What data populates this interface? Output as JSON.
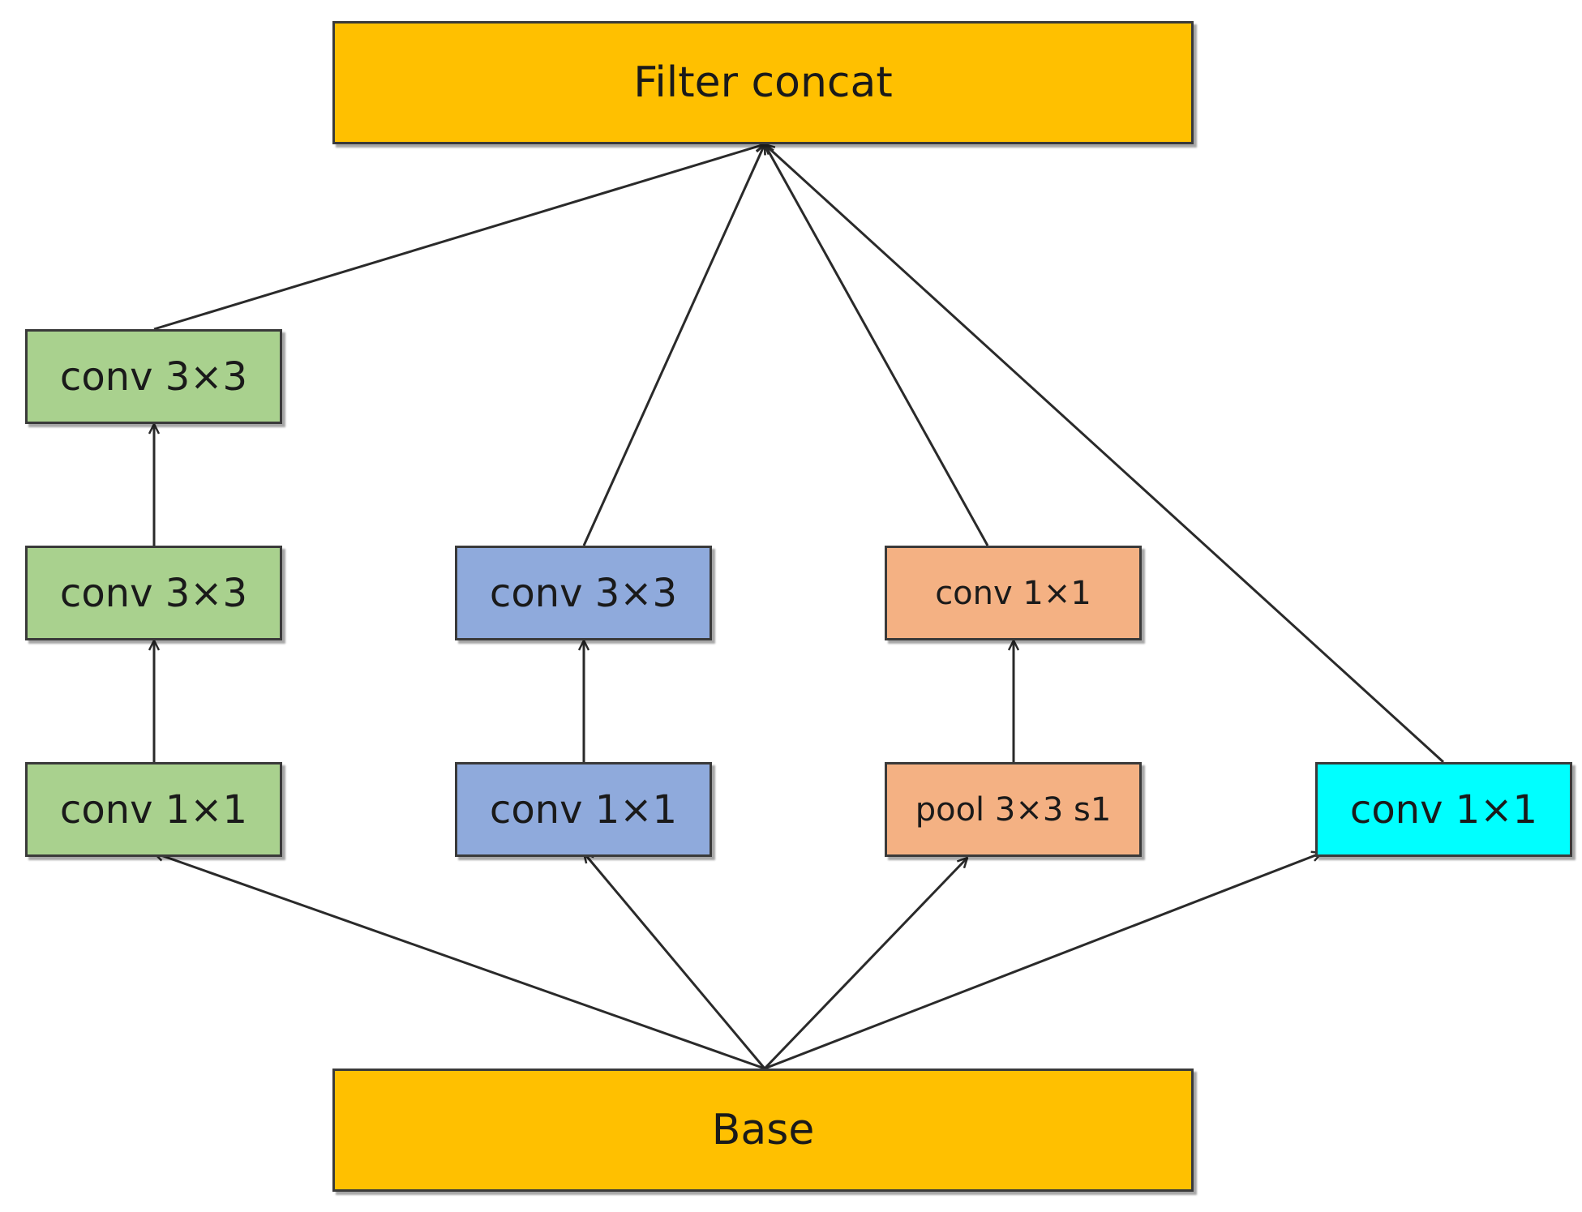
{
  "colors": {
    "gold": "#FFC000",
    "green": "#A9D18E",
    "blue": "#8FAADC",
    "salmon": "#F4B183",
    "cyan": "#00FFFF"
  },
  "nodes": {
    "filter_concat": "Filter concat",
    "base": "Base",
    "branch1_conv1x1": "conv 1×1",
    "branch1_conv3x3_a": "conv 3×3",
    "branch1_conv3x3_b": "conv 3×3",
    "branch2_conv1x1": "conv 1×1",
    "branch2_conv3x3": "conv 3×3",
    "branch3_pool": "pool 3×3 s1",
    "branch3_conv1x1": "conv 1×1",
    "branch4_conv1x1": "conv 1×1"
  }
}
